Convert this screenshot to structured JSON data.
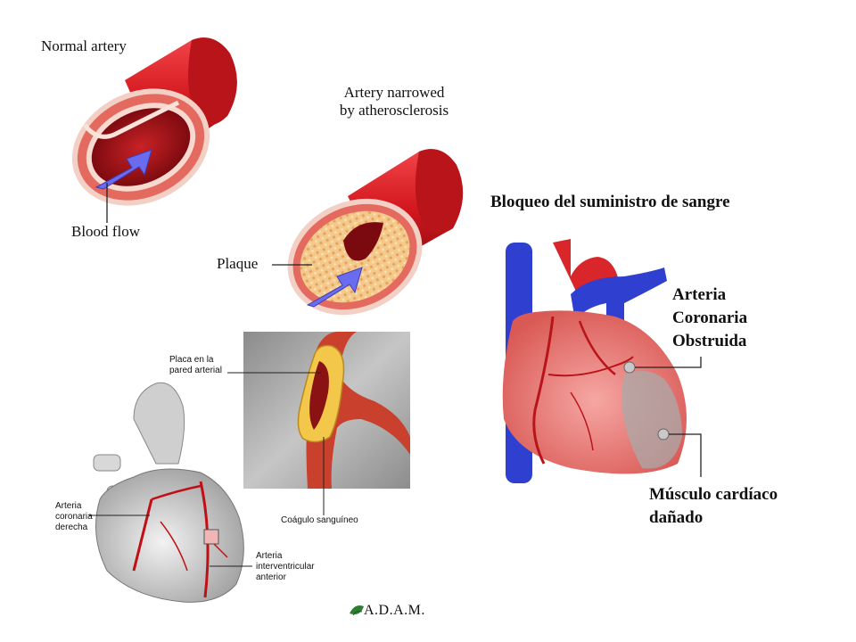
{
  "labels": {
    "normal_artery": "Normal artery",
    "narrowed_line1": "Artery narrowed",
    "narrowed_line2": "by atherosclerosis",
    "blood_flow": "Blood flow",
    "plaque": "Plaque",
    "plaque_wall_line1": "Placa en la",
    "plaque_wall_line2": "pared arterial",
    "clot": "Coágulo sanguíneo",
    "right_coronary_line1": "Arteria",
    "right_coronary_line2": "coronaria",
    "right_coronary_line3": "derecha",
    "lad_line1": "Arteria",
    "lad_line2": "interventricular",
    "lad_line3": "anterior",
    "blockage_title": "Bloqueo del suministro de sangre",
    "obstructed_line1": "Arteria",
    "obstructed_line2": "Coronaria",
    "obstructed_line3": "Obstruida",
    "damaged_line1": "Músculo cardíaco",
    "damaged_line2": "dañado"
  },
  "logo": {
    "text": "A.D.A.M."
  },
  "colors": {
    "artery_red": "#d8262a",
    "artery_inner": "#9e1218",
    "vein_blue": "#2f3fd0",
    "arrow_blue": "#6a6cf0",
    "plaque_yellow": "#f2c74a",
    "heart_pink": "#ee8f8c"
  }
}
